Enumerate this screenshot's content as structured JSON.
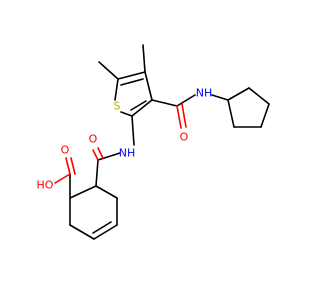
{
  "molecule": {
    "colors": {
      "bond": "#000000",
      "oxygen": "#ff0000",
      "nitrogen": "#0000ff",
      "sulfur": "#b8b800",
      "background": "#ffffff"
    },
    "labels": {
      "o_amide_upper": "O",
      "nh_amide_upper": "NH",
      "o_amide_middle": "O",
      "nh_amide_middle": "NH",
      "sulfur": "S",
      "o_acid_carbonyl": "O",
      "oh_acid": "HO"
    }
  }
}
